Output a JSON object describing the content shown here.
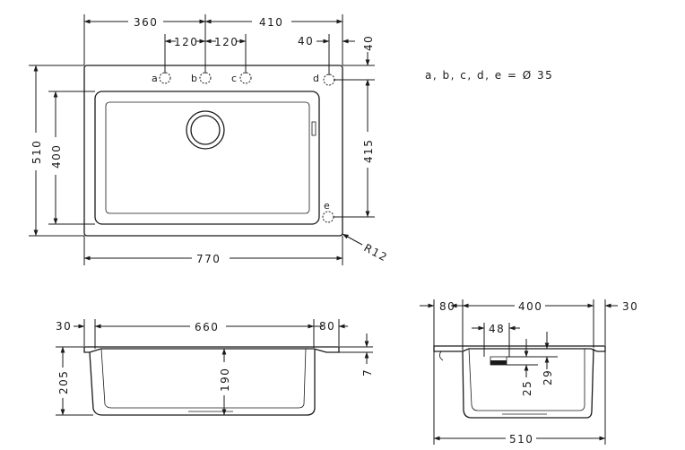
{
  "top_view": {
    "dim_360": "360",
    "dim_410": "410",
    "dim_120_left": "120",
    "dim_120_right": "120",
    "dim_40_horizontal": "40",
    "dim_40_vertical": "40",
    "dim_510": "510",
    "dim_400": "400",
    "dim_415": "415",
    "dim_770": "770",
    "radius": "R12",
    "hole_a": "a",
    "hole_b": "b",
    "hole_c": "c",
    "hole_d": "d",
    "hole_e": "e"
  },
  "legend": {
    "holes": "a, b, c, d, e = Ø 35"
  },
  "front_section": {
    "dim_30": "30",
    "dim_660": "660",
    "dim_80": "80",
    "dim_205": "205",
    "dim_190": "190",
    "dim_7": "7"
  },
  "side_section": {
    "dim_80": "80",
    "dim_400": "400",
    "dim_30": "30",
    "dim_48": "48",
    "dim_25": "25",
    "dim_29": "29",
    "dim_510": "510"
  }
}
